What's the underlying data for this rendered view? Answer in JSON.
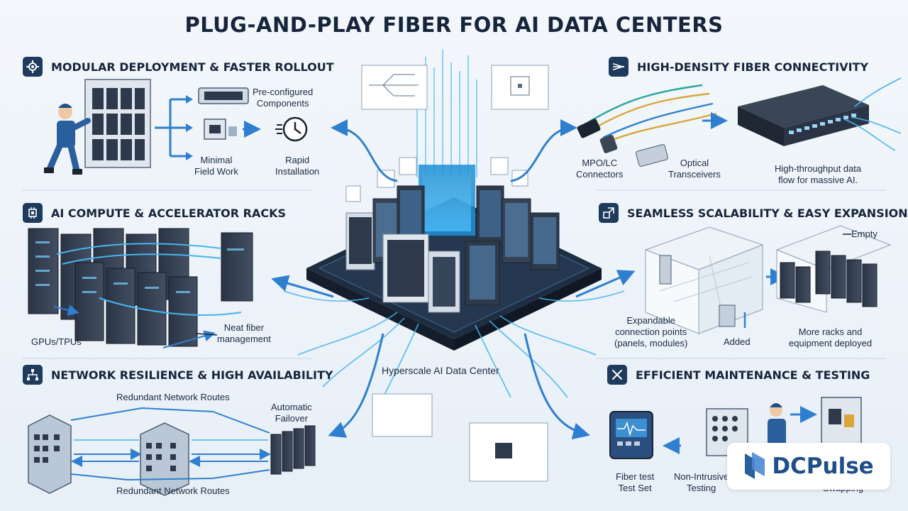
{
  "title": "PLUG-AND-PLAY FIBER FOR AI DATA CENTERS",
  "center_label": "Hyperscale AI Data Center",
  "sections": {
    "modular": {
      "title": "MODULAR DEPLOYMENT & FASTER ROLLOUT",
      "icon": "gear-icon",
      "labels": {
        "preconfigured": "Pre-configured\nComponents",
        "minimal": "Minimal\nField Work",
        "rapid": "Rapid\nInstallation"
      }
    },
    "density": {
      "title": "HIGH-DENSITY FIBER CONNECTIVITY",
      "icon": "fiber-icon",
      "labels": {
        "connectors": "MPO/LC\nConnectors",
        "transceivers": "Optical\nTransceivers",
        "throughput": "High-throughput data\nflow for massive AI."
      }
    },
    "compute": {
      "title": "AI COMPUTE & ACCELERATOR RACKS",
      "icon": "chip-icon",
      "labels": {
        "gpus": "GPUs/TPUs",
        "fiber": "Neat fiber\nmanagement"
      }
    },
    "scalability": {
      "title": "SEAMLESS SCALABILITY & EASY EXPANSION",
      "icon": "expand-icon",
      "labels": {
        "empty": "Empty",
        "expandable": "Expandable\nconnection points\n(panels, modules)",
        "added": "Added",
        "more": "More racks and\nequipment deployed"
      }
    },
    "resilience": {
      "title": "NETWORK RESILIENCE & HIGH AVAILABILITY",
      "icon": "network-icon",
      "labels": {
        "routes_top": "Redundant Network Routes",
        "failover": "Automatic\nFailover",
        "routes_bottom": "Redundant Network Routes"
      }
    },
    "maintenance": {
      "title": "EFFICIENT MAINTENANCE & TESTING",
      "icon": "wrench-icon",
      "labels": {
        "fiber_test": "Fiber test\nTest Set",
        "non_intrusive": "Non-Intrusive\nTesting",
        "swapping": "Swapping"
      }
    }
  },
  "logo": {
    "text": "DCPulse"
  },
  "colors": {
    "navy": "#1e3a5c",
    "fiber": "#3aa7e8",
    "accent": "#2f7fd1"
  }
}
